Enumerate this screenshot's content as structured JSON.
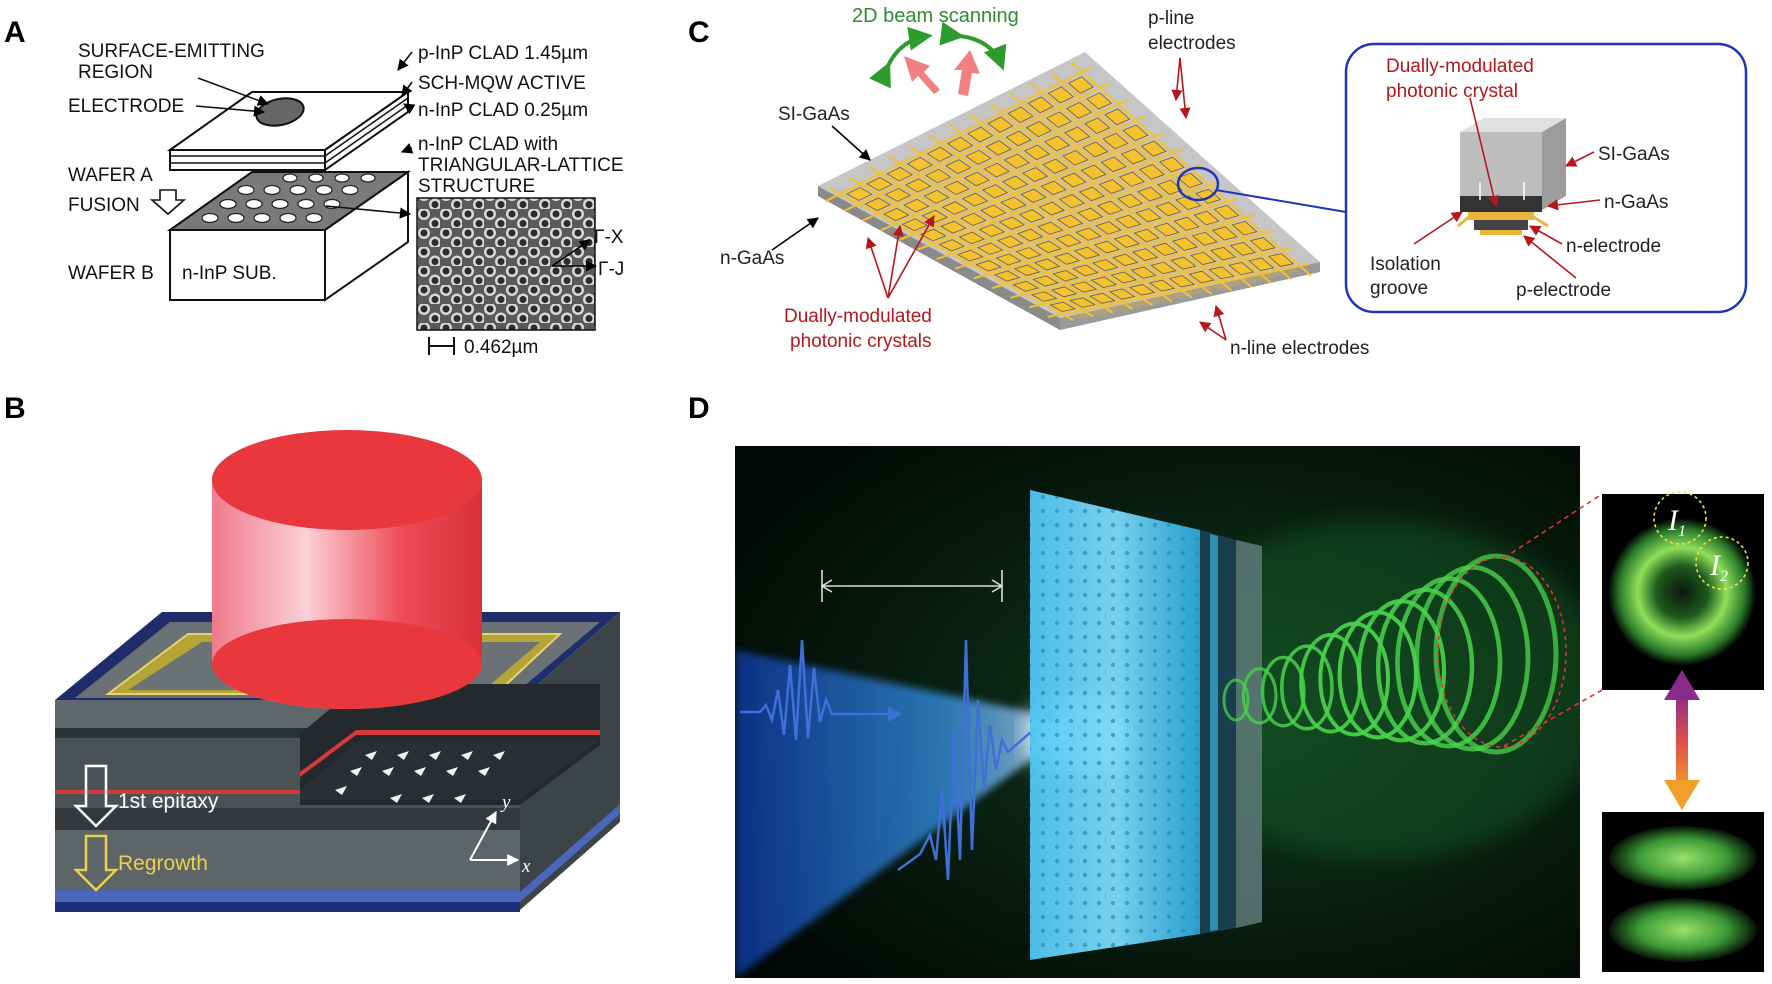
{
  "panels": {
    "A": {
      "letter": "A",
      "labels": {
        "surface_emitting_1": "SURFACE-EMITTING",
        "surface_emitting_2": "REGION",
        "electrode": "ELECTRODE",
        "p_clad": "p-InP CLAD 1.45µm",
        "sch_mqw": "SCH-MQW ACTIVE",
        "n_clad": "n-InP CLAD 0.25µm",
        "n_clad_with": "n-InP CLAD with",
        "triangular": "TRIANGULAR-LATTICE",
        "structure": "STRUCTURE",
        "wafer_a": "WAFER A",
        "fusion": "FUSION",
        "wafer_b": "WAFER B",
        "substrate": "n-InP SUB.",
        "gamma_x": "Γ-X",
        "gamma_j": "Γ-J",
        "scale": "0.462µm"
      }
    },
    "B": {
      "letter": "B",
      "labels": {
        "first_epitaxy": "1st epitaxy",
        "regrowth": "Regrowth",
        "axis_y": "y",
        "axis_x": "x"
      }
    },
    "C": {
      "letter": "C",
      "labels": {
        "beam_scanning": "2D beam scanning",
        "p_line_1": "p-line",
        "p_line_2": "electrodes",
        "si_gaas": "SI-GaAs",
        "n_gaas": "n-GaAs",
        "dmpc_1": "Dually-modulated",
        "dmpc_2": "photonic crystals",
        "n_line": "n-line electrodes",
        "inset_dmpc_1": "Dually-modulated",
        "inset_dmpc_2": "photonic crystal",
        "inset_si_gaas": "SI-GaAs",
        "inset_n_gaas": "n-GaAs",
        "inset_n_electrode": "n-electrode",
        "inset_p_electrode": "p-electrode",
        "isolation_1": "Isolation",
        "isolation_2": "groove"
      }
    },
    "D": {
      "letter": "D",
      "labels": {
        "i_symbol": "I",
        "sub_1": "1",
        "sub_2": "2"
      }
    }
  },
  "colors": {
    "beam_red": "#e8383d",
    "beam_green": "#49d34c",
    "beam_blue": "#2a7bff",
    "electrode_gold": "#f2c230",
    "label_red": "#b5171c",
    "label_green": "#2e8b2e"
  }
}
